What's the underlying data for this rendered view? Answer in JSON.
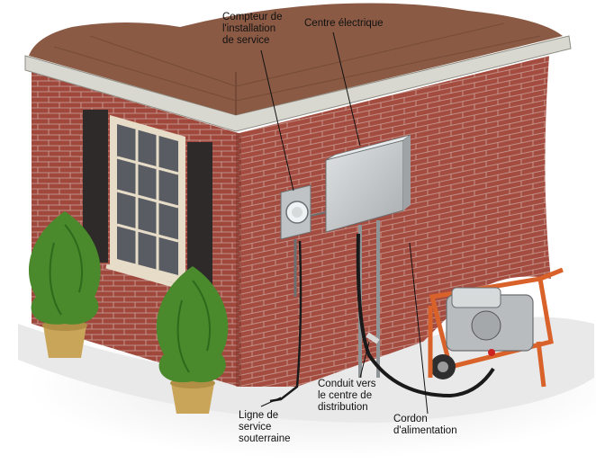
{
  "labels": {
    "meter": [
      "Compteur de",
      "l'installation",
      "de service"
    ],
    "center": [
      "Centre électrique"
    ],
    "conduit": [
      "Conduit vers",
      "le centre de",
      "distribution"
    ],
    "service_line": [
      "Ligne de",
      "service",
      "souterraine"
    ],
    "cord": [
      "Cordon",
      "d'alimentation"
    ]
  },
  "colors": {
    "brick": "#a0483c",
    "brick_dark": "#7d3329",
    "mortar": "#c9a8a0",
    "roof": "#8a5a44",
    "trim": "#d8d8d0",
    "window_frame": "#e6dcc8",
    "shutter": "#2e2a2a",
    "panel": "#c8cbcc",
    "generator_frame": "#d9622b",
    "foliage": "#4a8a2c",
    "pot": "#c9a55a"
  },
  "icons": {
    "meter": "electric-meter-icon",
    "panel": "electrical-panel-icon",
    "generator": "portable-generator-icon",
    "plant": "potted-shrub-icon"
  }
}
